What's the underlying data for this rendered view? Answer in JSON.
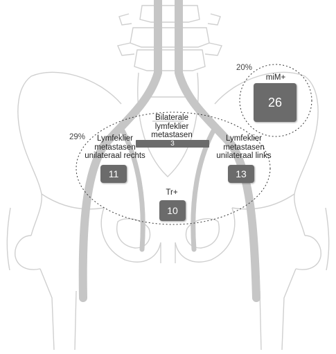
{
  "groups": {
    "mim": {
      "percent": "20%",
      "label": "miM+",
      "count": "26"
    },
    "bilateral": {
      "label_line1": "Bilaterale",
      "label_line2": "lymfeklier",
      "label_line3": "metastasen",
      "count": "3"
    },
    "nodes": {
      "percent": "29%"
    },
    "right": {
      "label_line1": "Lymfeklier",
      "label_line2": "metastasen",
      "label_line3": "unilateraal rechts",
      "count": "11"
    },
    "left": {
      "label_line1": "Lymfeklier",
      "label_line2": "metastasen",
      "label_line3": "unilateraal links",
      "count": "13"
    },
    "tumor": {
      "label": "Tr+",
      "count": "10"
    }
  },
  "colors": {
    "box_fill": "#6b6b6b",
    "vessel": "#c8c8c8",
    "bone_outline": "#c9c9c9"
  }
}
